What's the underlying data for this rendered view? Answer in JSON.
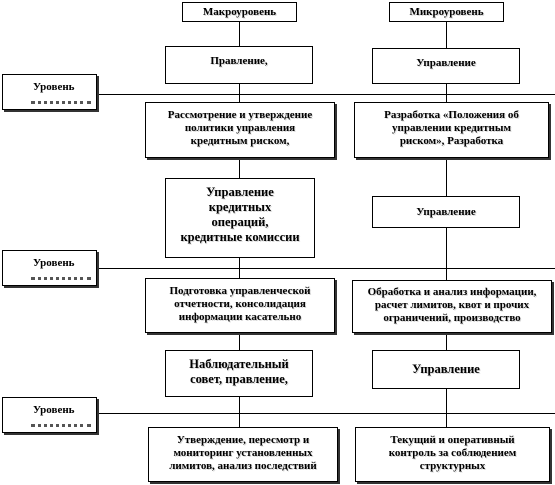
{
  "header": {
    "macro_label": "Макроуровень",
    "micro_label": "Микроуровень"
  },
  "levels": [
    {
      "label": "Уровень"
    },
    {
      "label": "Уровень"
    },
    {
      "label": "Уровень"
    }
  ],
  "left_boxes": [
    "Правление,",
    "Рассмотрение и утверждение\nполитики управления\nкредитным риском,",
    "Управление\nкредитных\nопераций,\nкредитные комиссии",
    "Подготовка управленческой\nотчетности, консолидация\nинформации касательно",
    "Наблюдательный\nсовет, правление,",
    "Утверждение, пересмотр и\nмониторинг установленных\nлимитов, анализ последствий"
  ],
  "right_boxes": [
    "Управление",
    "Разработка «Положения об\nуправлении кредитным\nриском», Разработка",
    "Управление",
    "Обработка и анализ информации,\nрасчет лимитов, квот и прочих\nограничений, производство",
    "Управление",
    "Текущий и оперативный\nконтроль за соблюдением\nструктурных"
  ]
}
